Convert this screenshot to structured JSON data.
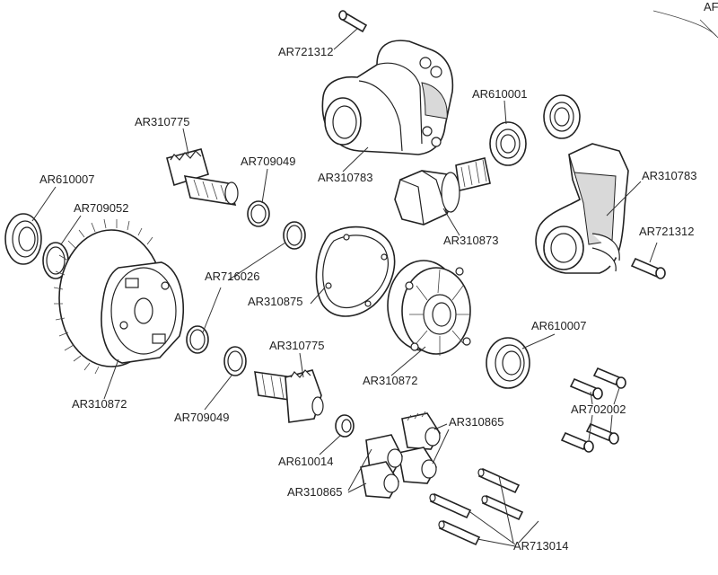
{
  "partial_label": "AF",
  "labels": {
    "ar721312_top": "AR721312",
    "ar721312_right": "AR721312",
    "ar310783_left": "AR310783",
    "ar310783_right": "AR310783",
    "ar610001": "AR610001",
    "ar310775_top": "AR310775",
    "ar310775_bottom": "AR310775",
    "ar709049_top": "AR709049",
    "ar709049_bottom": "AR709049",
    "ar610007_left": "AR610007",
    "ar610007_right": "AR610007",
    "ar709052": "AR709052",
    "ar310873": "AR310873",
    "ar716026": "AR716026",
    "ar310875": "AR310875",
    "ar310872_left": "AR310872",
    "ar310872_center": "AR310872",
    "ar702002": "AR702002",
    "ar310865_top": "AR310865",
    "ar310865_bottom": "AR310865",
    "ar610014": "AR610014",
    "ar713014": "AR713014"
  }
}
